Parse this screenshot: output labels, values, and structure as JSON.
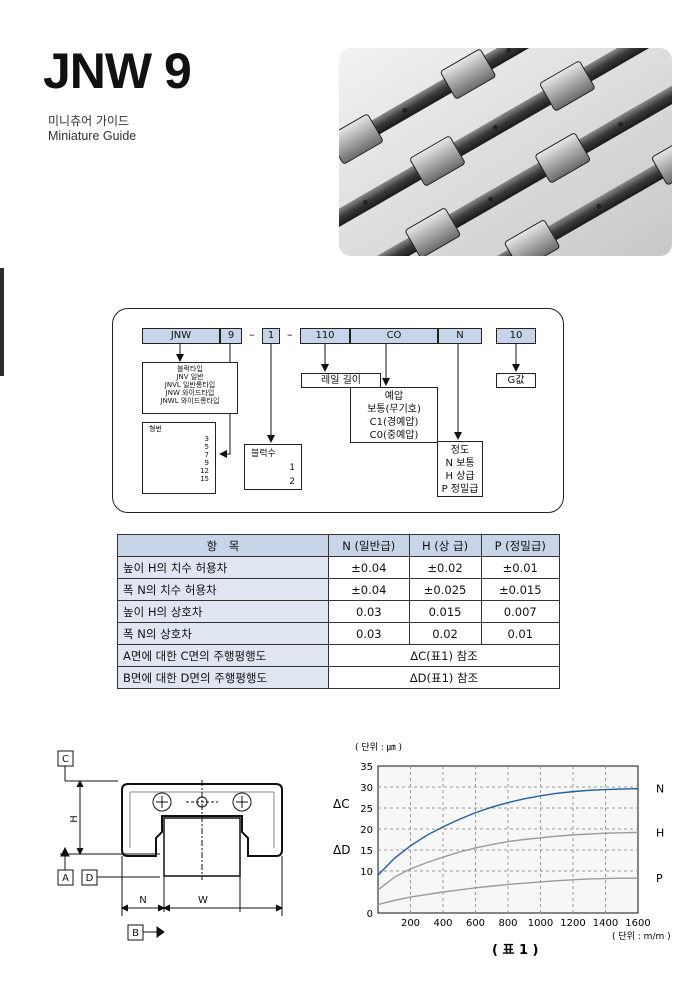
{
  "header": {
    "title": "JNW 9",
    "subtitle_ko": "미니츄어 가이드",
    "subtitle_en": "Miniature Guide"
  },
  "ordering": {
    "code": [
      "JNW",
      "9",
      "1",
      "110",
      "CO",
      "N",
      "10"
    ],
    "dash": "–",
    "block_type": {
      "title": "블럭타입",
      "items": [
        "JNV 일반",
        "JNVL 일반롱타입",
        "JNW 와이드타입",
        "JNWL 와이드롱타입"
      ]
    },
    "size": {
      "title": "형번",
      "values": [
        "3",
        "5",
        "7",
        "9",
        "12",
        "15"
      ]
    },
    "blocks": {
      "title": "블럭수",
      "values": [
        "1",
        "2"
      ]
    },
    "rail_length": "레일 길이",
    "preload": {
      "title": "예압",
      "items": [
        "보통(무기호)",
        "C1(경예압)",
        "C0(중예압)"
      ]
    },
    "accuracy": {
      "title": "정도",
      "items": [
        "N 보통",
        "H 상급",
        "P 정밀급"
      ]
    },
    "g_value": "G값"
  },
  "spec_table": {
    "headers": [
      "항　목",
      "N (일반급)",
      "H (상 급)",
      "P (정밀급)"
    ],
    "rows": [
      [
        "높이 H의 치수 허용차",
        "±0.04",
        "±0.02",
        "±0.01"
      ],
      [
        "폭 N의 치수 허용차",
        "±0.04",
        "±0.025",
        "±0.015"
      ],
      [
        "높이 H의 상호차",
        "0.03",
        "0.015",
        "0.007"
      ],
      [
        "폭 N의 상호차",
        "0.03",
        "0.02",
        "0.01"
      ]
    ],
    "span_rows": [
      [
        "A면에 대한 C면의 주행평행도",
        "ΔC(표1) 참조"
      ],
      [
        "B면에 대한 D면의 주행평행도",
        "ΔD(표1) 참조"
      ]
    ]
  },
  "diagram": {
    "labels": {
      "C": "C",
      "H": "H",
      "A": "A",
      "D": "D",
      "N": "N",
      "W": "W",
      "B": "B"
    }
  },
  "chart_data": {
    "type": "line",
    "unit_y": "( 단위 : ㎛ )",
    "unit_x": "( 단위 : m/m )",
    "caption": "( 표 1 )",
    "ylabels": [
      "ΔC",
      "ΔD"
    ],
    "xlim": [
      0,
      1600
    ],
    "ylim": [
      0,
      35
    ],
    "x_ticks": [
      200,
      400,
      600,
      800,
      1000,
      1200,
      1400,
      1600
    ],
    "y_ticks": [
      0,
      10,
      15,
      20,
      25,
      30,
      35
    ],
    "grid": true,
    "x": [
      0,
      100,
      200,
      300,
      400,
      500,
      600,
      700,
      800,
      900,
      1000,
      1100,
      1200,
      1300,
      1400,
      1500,
      1600
    ],
    "series": [
      {
        "name": "N",
        "color": "#1f5fa0",
        "values": [
          9.0,
          13.0,
          16.0,
          18.5,
          20.5,
          22.3,
          23.9,
          25.2,
          26.3,
          27.2,
          27.9,
          28.5,
          28.9,
          29.2,
          29.4,
          29.5,
          29.6
        ]
      },
      {
        "name": "H",
        "color": "#9a9a9a",
        "values": [
          5.5,
          8.5,
          10.5,
          12.0,
          13.3,
          14.5,
          15.5,
          16.3,
          17.0,
          17.5,
          17.9,
          18.3,
          18.6,
          18.8,
          19.0,
          19.1,
          19.2
        ]
      },
      {
        "name": "P",
        "color": "#9a9a9a",
        "values": [
          2.0,
          3.0,
          3.8,
          4.4,
          5.0,
          5.5,
          6.0,
          6.4,
          6.8,
          7.1,
          7.4,
          7.7,
          7.9,
          8.1,
          8.2,
          8.3,
          8.3
        ]
      }
    ]
  }
}
